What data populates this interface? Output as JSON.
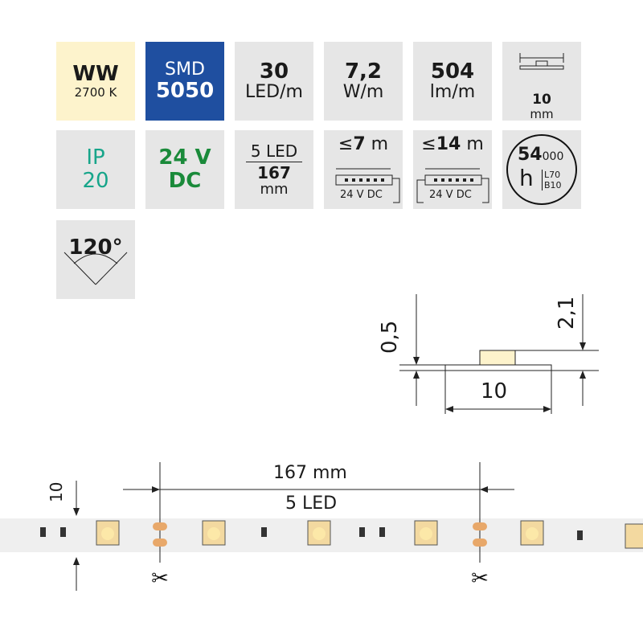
{
  "tiles": {
    "color": {
      "code": "WW",
      "temp": "2700 K",
      "bg": "#fdf3cc"
    },
    "chip": {
      "type": "SMD",
      "code": "5050",
      "bg": "#1f4fa0"
    },
    "density": {
      "value": "30",
      "unit": "LED/m"
    },
    "power": {
      "value": "7,2",
      "unit": "W/m"
    },
    "flux": {
      "value": "504",
      "unit": "lm/m"
    },
    "width": {
      "value": "10",
      "unit": "mm"
    },
    "ip": {
      "label": "IP",
      "value": "20",
      "color": "#17a58a"
    },
    "voltage": {
      "value": "24 V",
      "type": "DC",
      "color": "#1a8a3a"
    },
    "segment": {
      "leds": "5 LED",
      "length": "167",
      "unit": "mm"
    },
    "run_single": {
      "prefix": "≤",
      "value": "7",
      "unit": "m",
      "voltage": "24 V DC"
    },
    "run_double": {
      "prefix": "≤",
      "value": "14",
      "unit": "m",
      "voltage": "24 V DC"
    },
    "lifetime": {
      "value": "54",
      "suffix": "000",
      "unit": "h",
      "l": "L70",
      "b": "B10"
    },
    "angle": {
      "value": "120°"
    }
  },
  "profile": {
    "height": "2,1",
    "thickness": "0,5",
    "width": "10"
  },
  "strip": {
    "width": "10",
    "segment_length": "167 mm",
    "segment_leds": "5 LED"
  }
}
